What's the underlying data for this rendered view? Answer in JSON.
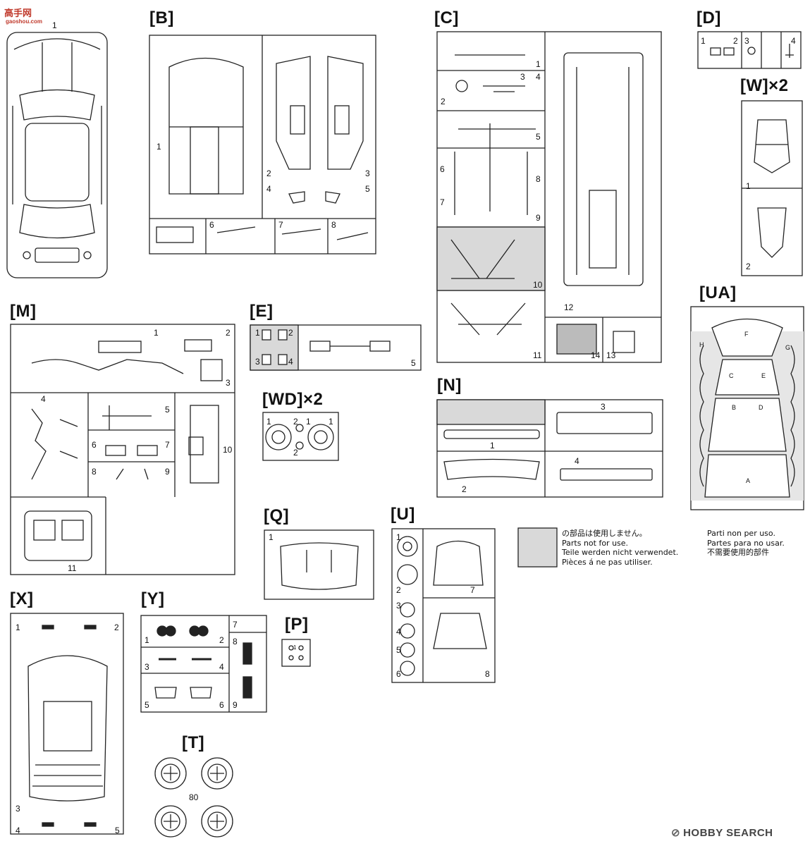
{
  "watermark": {
    "brand_text": "高手网",
    "url": "gaoshou.com",
    "car_page_number": "1"
  },
  "sprues": {
    "B": "[B]",
    "C": "[C]",
    "D": "[D]",
    "W": "[W]×2",
    "UA": "[UA]",
    "M": "[M]",
    "E": "[E]",
    "WD": "[WD]×2",
    "N": "[N]",
    "Q": "[Q]",
    "U": "[U]",
    "X": "[X]",
    "Y": "[Y]",
    "P": "[P]",
    "T": "[T]"
  },
  "part_numbers": {
    "B": [
      "1",
      "2",
      "3",
      "4",
      "5",
      "6",
      "7",
      "8"
    ],
    "C": [
      "1",
      "2",
      "3",
      "4",
      "5",
      "6",
      "7",
      "8",
      "9",
      "10",
      "11",
      "12",
      "13",
      "14"
    ],
    "D": [
      "1",
      "2",
      "3",
      "4"
    ],
    "W": [
      "1",
      "2"
    ],
    "M": [
      "1",
      "2",
      "3",
      "4",
      "5",
      "6",
      "7",
      "8",
      "9",
      "10",
      "11"
    ],
    "E": [
      "1",
      "2",
      "3",
      "4",
      "5"
    ],
    "WD": [
      "1",
      "2",
      "1",
      "2",
      "1"
    ],
    "N": [
      "1",
      "2",
      "3",
      "4"
    ],
    "Q": [
      "1"
    ],
    "U": [
      "1",
      "2",
      "3",
      "4",
      "5",
      "6",
      "7",
      "8"
    ],
    "X": [
      "1",
      "2",
      "3",
      "4",
      "5"
    ],
    "Y": [
      "1",
      "2",
      "3",
      "4",
      "5",
      "6",
      "7",
      "8",
      "9"
    ],
    "P": [
      "1"
    ],
    "T": [
      "80"
    ],
    "UA_marks": [
      "A",
      "B",
      "C",
      "D",
      "E",
      "F",
      "G",
      "H"
    ]
  },
  "legend": {
    "left": [
      "の部品は使用しません。",
      "Parts not for use.",
      "Teile werden nicht verwendet.",
      "Pièces á ne pas utiliser."
    ],
    "right": [
      "Parti non per uso.",
      "Partes para no usar.",
      "不需要使用的部件"
    ]
  },
  "footer": {
    "brand": "HOBBY SEARCH"
  },
  "colors": {
    "line": "#222222",
    "unused_fill": "#d9d9d9"
  }
}
